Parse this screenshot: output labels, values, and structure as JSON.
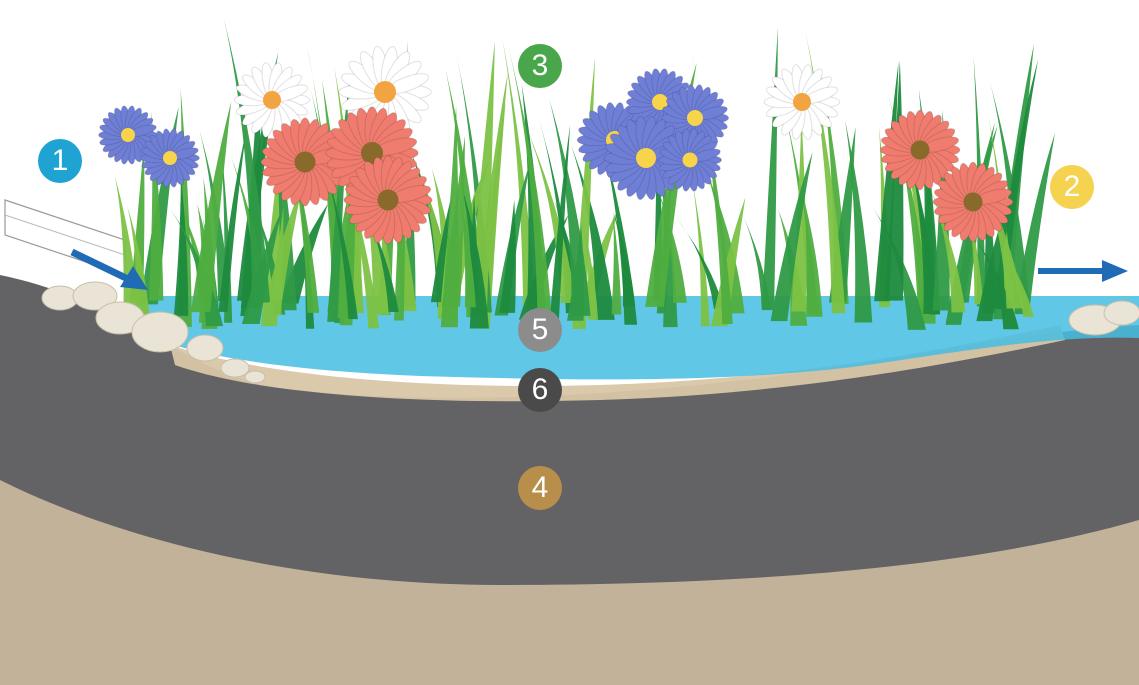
{
  "markers": [
    {
      "id": "1",
      "label": "1",
      "color": "#1fa3d3"
    },
    {
      "id": "2",
      "label": "2",
      "color": "#f5d34f"
    },
    {
      "id": "3",
      "label": "3",
      "color": "#4aa64a"
    },
    {
      "id": "4",
      "label": "4",
      "color": "#b88f4a"
    },
    {
      "id": "5",
      "label": "5",
      "color": "#8c8c8c"
    },
    {
      "id": "6",
      "label": "6",
      "color": "#4a4a4a"
    }
  ],
  "colors": {
    "water": "#45bde3",
    "soil": "#636366",
    "subsoil": "#c3b29a",
    "sand": "#d8c6a7",
    "grass_dark": "#1e8a3e",
    "grass_light": "#7cc245",
    "arrow": "#1f6bb5",
    "daisy_red": "#ef7c6e",
    "aster_blue": "#6f7fd6",
    "daisy_white": "#ffffff",
    "rock": "#e9e4d6"
  },
  "elements": {
    "inlet_arrow": "inflow-arrow",
    "outlet_arrow": "outflow-arrow"
  }
}
